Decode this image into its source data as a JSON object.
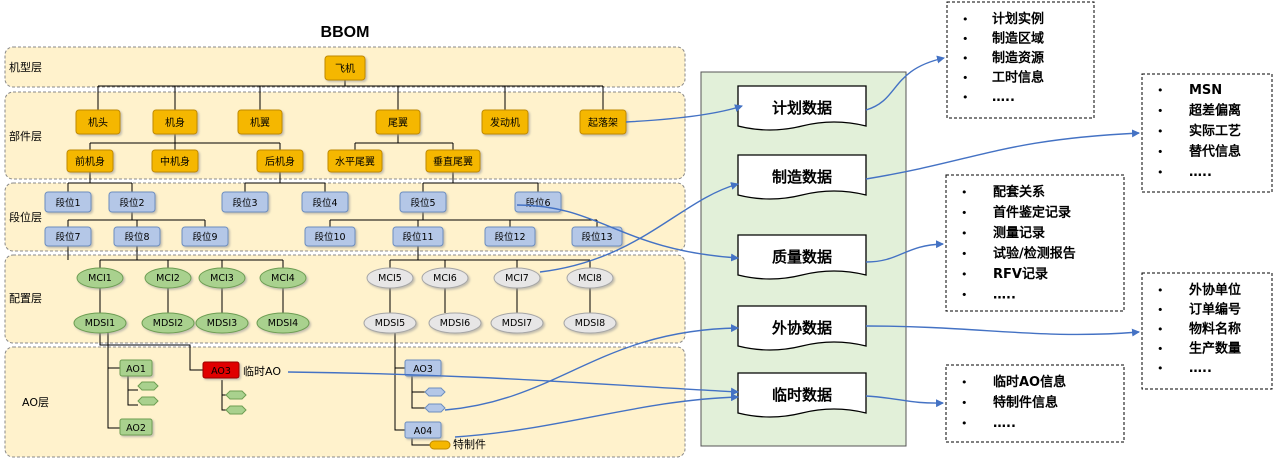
{
  "title": "BBOM",
  "layers": {
    "model": "机型层",
    "component": "部件层",
    "segment": "段位层",
    "config": "配置层",
    "ao": "AO层"
  },
  "nodes": {
    "aircraft": "飞机",
    "head": "机头",
    "body": "机身",
    "wing": "机翼",
    "tail": "尾翼",
    "engine": "发动机",
    "gear": "起落架",
    "front_body": "前机身",
    "mid_body": "中机身",
    "rear_body": "后机身",
    "h_tail": "水平尾翼",
    "v_tail": "垂直尾翼",
    "seg1": "段位1",
    "seg2": "段位2",
    "seg3": "段位3",
    "seg4": "段位4",
    "seg5": "段位5",
    "seg6": "段位6",
    "seg7": "段位7",
    "seg8": "段位8",
    "seg9": "段位9",
    "seg10": "段位10",
    "seg11": "段位11",
    "seg12": "段位12",
    "seg13": "段位13",
    "mci1": "MCI1",
    "mci2": "MCI2",
    "mci3": "MCI3",
    "mci4": "MCI4",
    "mci5": "MCI5",
    "mci6": "MCI6",
    "mci7": "MCI7",
    "mci8": "MCI8",
    "mdsi1": "MDSI1",
    "mdsi2": "MDSI2",
    "mdsi3": "MDSI3",
    "mdsi4": "MDSI4",
    "mdsi5": "MDSI5",
    "mdsi6": "MDSI6",
    "mdsi7": "MDSI7",
    "mdsi8": "MDSI8",
    "ao1": "AO1",
    "ao2": "AO2",
    "ao3_red": "AO3",
    "ao3": "AO3",
    "ao4": "A04"
  },
  "annotations": {
    "temp_ao": "临时AO",
    "special_part": "特制件"
  },
  "categories": {
    "plan": "计划数据",
    "manufacturing": "制造数据",
    "quality": "质量数据",
    "outsourcing": "外协数据",
    "temporary": "临时数据"
  },
  "lists": {
    "plan": [
      "计划实例",
      "制造区域",
      "制造资源",
      "工时信息",
      "….."
    ],
    "manufacturing": [
      "MSN",
      "超差偏离",
      "实际工艺",
      "替代信息",
      "….."
    ],
    "quality": [
      "配套关系",
      "首件鉴定记录",
      "测量记录",
      "试验/检测报告",
      "RFV记录",
      "….."
    ],
    "outsourcing": [
      "外协单位",
      "订单编号",
      "物料名称",
      "生产数量",
      "….."
    ],
    "temporary": [
      "临时AO信息",
      "特制件信息",
      "….."
    ]
  },
  "bullet_char": "•",
  "colors": {
    "layer_fill": "#FFF2CC",
    "component_node": "#F5B700",
    "segment_node": "#B4C7E7",
    "mci_green": "#A9D18E",
    "mci_gray": "#E7E6E6",
    "ao_red": "#E00000",
    "center_panel": "#E2F0D9",
    "arrow": "#4472C4"
  }
}
